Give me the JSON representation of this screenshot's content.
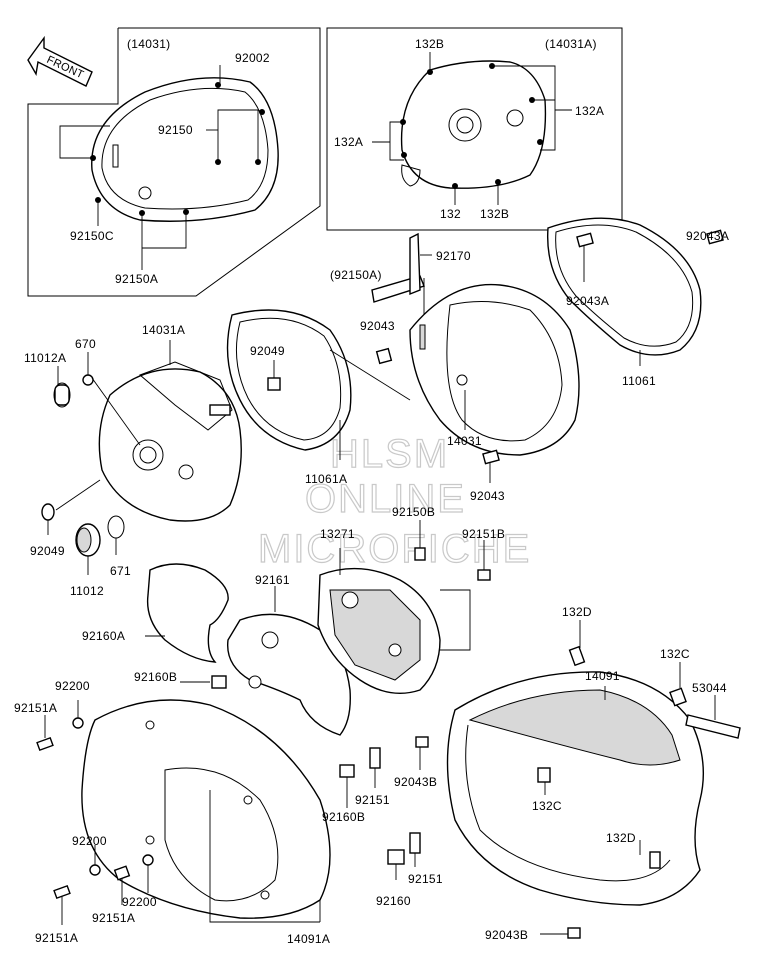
{
  "front_label": "FRONT",
  "watermark": [
    "HLSM",
    "ONLINE",
    "MICROFICHE"
  ],
  "inset_left": {
    "title": "(14031)",
    "parts": [
      "92002",
      "92150",
      "92150C",
      "92150A"
    ]
  },
  "inset_right": {
    "title": "(14031A)",
    "parts": [
      "132B",
      "132A",
      "132A",
      "132",
      "132B"
    ]
  },
  "parts": {
    "p_92170": "92170",
    "p_92150A_paren": "(92150A)",
    "p_92043_top": "92043",
    "p_92043A_right": "92043A",
    "p_92043A_mid": "92043A",
    "p_11061": "11061",
    "p_14031A": "14031A",
    "p_670": "670",
    "p_11012A": "11012A",
    "p_92049_top": "92049",
    "p_14031": "14031",
    "p_11061A": "11061A",
    "p_92043_mid": "92043",
    "p_92150B": "92150B",
    "p_92151B": "92151B",
    "p_13271": "13271",
    "p_92049_bot": "92049",
    "p_671": "671",
    "p_11012": "11012",
    "p_92161": "92161",
    "p_92160A": "92160A",
    "p_132D_top": "132D",
    "p_132C_top": "132C",
    "p_14091": "14091",
    "p_53044": "53044",
    "p_92200_top": "92200",
    "p_92160B_top": "92160B",
    "p_92151A_left": "92151A",
    "p_92043B_mid": "92043B",
    "p_132C_mid": "132C",
    "p_92151_mid": "92151",
    "p_92160B_mid": "92160B",
    "p_132D_bot": "132D",
    "p_92200_mid": "92200",
    "p_92200_bot": "92200",
    "p_92151A_mid": "92151A",
    "p_92151A_bot": "92151A",
    "p_92160": "92160",
    "p_92151_bot": "92151",
    "p_14091A": "14091A",
    "p_92043B_bot": "92043B"
  }
}
